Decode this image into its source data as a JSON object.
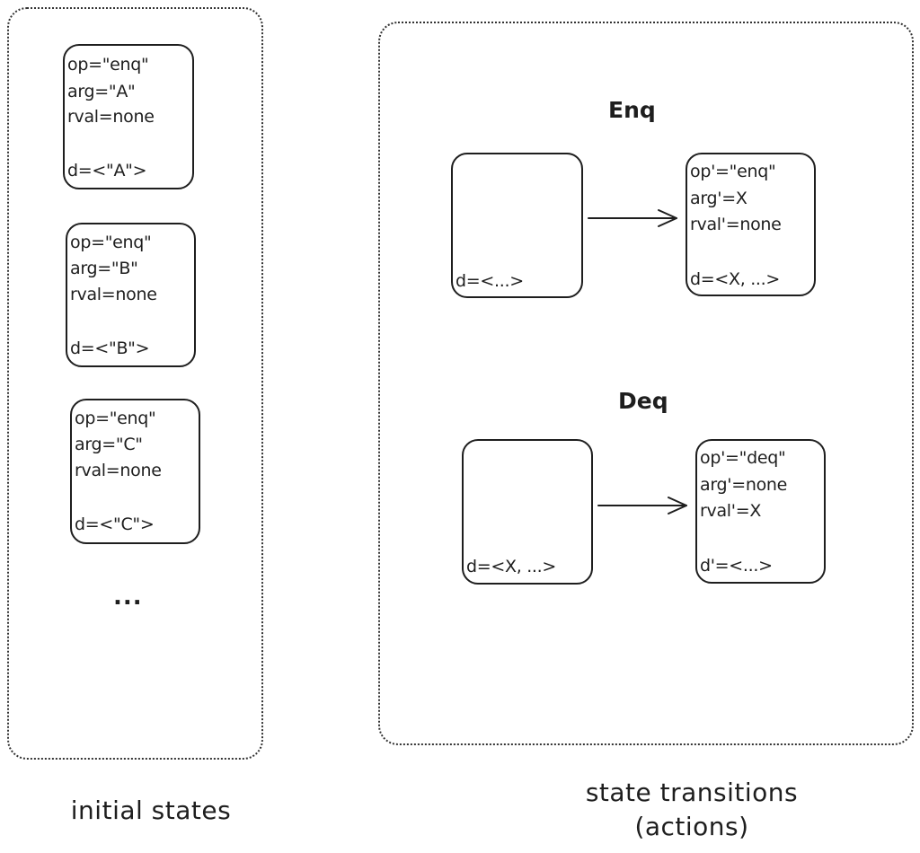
{
  "initial_states": {
    "caption": "initial states",
    "boxes": [
      {
        "line1": "op=\"enq\"",
        "line2": "arg=\"A\"",
        "line3": "rval=none",
        "line4": "d=<\"A\">"
      },
      {
        "line1": "op=\"enq\"",
        "line2": "arg=\"B\"",
        "line3": "rval=none",
        "line4": "d=<\"B\">"
      },
      {
        "line1": "op=\"enq\"",
        "line2": "arg=\"C\"",
        "line3": "rval=none",
        "line4": "d=<\"C\">"
      }
    ],
    "ellipsis": "..."
  },
  "state_transitions": {
    "caption_line1": "state transitions",
    "caption_line2": "(actions)",
    "enq": {
      "heading": "Enq",
      "from": {
        "d": "d=<...>"
      },
      "to": {
        "line1": "op'=\"enq\"",
        "line2": "arg'=X",
        "line3": "rval'=none",
        "line4": "d=<X, ...>"
      }
    },
    "deq": {
      "heading": "Deq",
      "from": {
        "d": "d=<X, ...>"
      },
      "to": {
        "line1": "op'=\"deq\"",
        "line2": "arg'=none",
        "line3": "rval'=X",
        "line4": "d'=<...>"
      }
    }
  }
}
